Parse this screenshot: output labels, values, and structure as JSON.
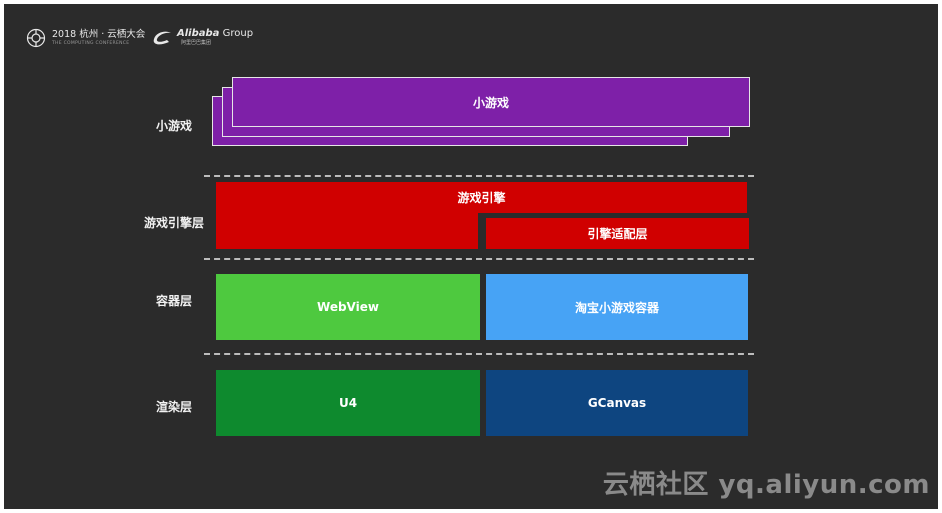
{
  "header": {
    "conference_title": "2018 杭州 · 云栖大会",
    "conference_subtitle": "THE COMPUTING CONFERENCE",
    "alibaba_brand": "Alibaba",
    "alibaba_group": " Group",
    "alibaba_sub": "阿里巴巴集团"
  },
  "rows": [
    {
      "label": "小游戏"
    },
    {
      "label": "游戏引擎层"
    },
    {
      "label": "容器层"
    },
    {
      "label": "渲染层"
    }
  ],
  "blocks": {
    "mini_game": "小游戏",
    "game_engine": "游戏引擎",
    "engine_adapter": "引擎适配层",
    "webview": "WebView",
    "taobao_container": "淘宝小游戏容器",
    "u4": "U4",
    "gcanvas": "GCanvas"
  },
  "colors": {
    "background": "#2b2b2b",
    "mini_game": "#7e20a8",
    "engine": "#d00000",
    "webview": "#4ec93f",
    "taobao_container": "#47a3f5",
    "u4": "#0e8a2e",
    "gcanvas": "#0e4580"
  },
  "watermark": {
    "text": "云栖社区 yq.aliyun.com"
  }
}
